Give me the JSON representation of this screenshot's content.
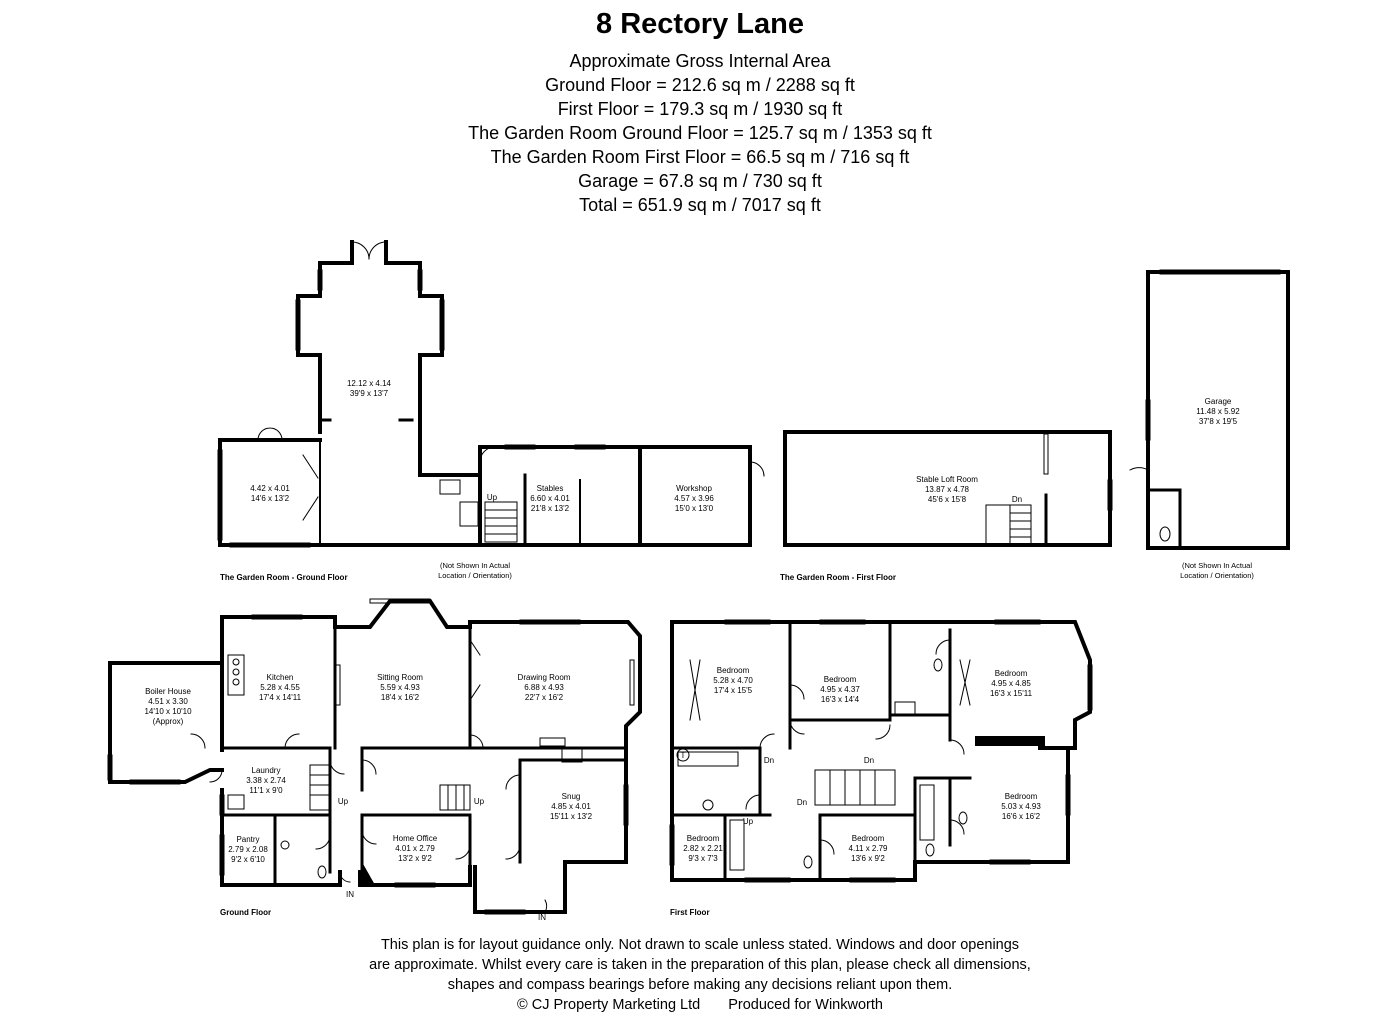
{
  "header": {
    "title": "8 Rectory Lane",
    "area_lines": [
      "Approximate Gross Internal Area",
      "Ground Floor = 212.6 sq m / 2288 sq ft",
      "First Floor = 179.3 sq m / 1930 sq ft",
      "The Garden Room Ground Floor = 125.7 sq m / 1353 sq ft",
      "The Garden Room First Floor = 66.5 sq m / 716 sq ft",
      "Garage = 67.8 sq m / 730 sq ft",
      "Total = 651.9 sq m / 7017 sq ft"
    ]
  },
  "plans": {
    "garden_ground": {
      "caption": "The Garden Room - Ground Floor",
      "note": [
        "(Not Shown In Actual",
        "Location / Orientation)"
      ],
      "rooms": [
        {
          "name": "",
          "dims": [
            "12.12 x 4.14",
            "39'9 x 13'7"
          ]
        },
        {
          "name": "",
          "dims": [
            "4.42 x 4.01",
            "14'6 x 13'2"
          ]
        },
        {
          "name": "Stables",
          "dims": [
            "6.60 x 4.01",
            "21'8 x 13'2"
          ]
        },
        {
          "name": "Workshop",
          "dims": [
            "4.57 x 3.96",
            "15'0 x 13'0"
          ]
        }
      ],
      "labels": {
        "up": "Up"
      }
    },
    "garden_first": {
      "caption": "The Garden Room - First Floor",
      "rooms": [
        {
          "name": "Stable Loft Room",
          "dims": [
            "13.87 x 4.78",
            "45'6 x 15'8"
          ]
        }
      ],
      "labels": {
        "dn": "Dn"
      }
    },
    "garage": {
      "note": [
        "(Not Shown In Actual",
        "Location / Orientation)"
      ],
      "rooms": [
        {
          "name": "Garage",
          "dims": [
            "11.48 x 5.92",
            "37'8 x 19'5"
          ]
        }
      ]
    },
    "ground": {
      "caption": "Ground Floor",
      "rooms": [
        {
          "name": "Boiler House",
          "dims": [
            "4.51 x 3.30",
            "14'10 x 10'10",
            "(Approx)"
          ]
        },
        {
          "name": "Kitchen",
          "dims": [
            "5.28 x 4.55",
            "17'4 x 14'11"
          ]
        },
        {
          "name": "Sitting Room",
          "dims": [
            "5.59 x 4.93",
            "18'4 x 16'2"
          ]
        },
        {
          "name": "Drawing Room",
          "dims": [
            "6.88 x 4.93",
            "22'7 x 16'2"
          ]
        },
        {
          "name": "Laundry",
          "dims": [
            "3.38 x 2.74",
            "11'1 x 9'0"
          ]
        },
        {
          "name": "Snug",
          "dims": [
            "4.85 x 4.01",
            "15'11 x 13'2"
          ]
        },
        {
          "name": "Pantry",
          "dims": [
            "2.79 x 2.08",
            "9'2 x 6'10"
          ]
        },
        {
          "name": "Home Office",
          "dims": [
            "4.01 x 2.79",
            "13'2 x 9'2"
          ]
        }
      ],
      "labels": {
        "up": "Up",
        "in": "IN"
      }
    },
    "first": {
      "caption": "First Floor",
      "rooms": [
        {
          "name": "Bedroom",
          "dims": [
            "5.28 x 4.70",
            "17'4 x 15'5"
          ]
        },
        {
          "name": "Bedroom",
          "dims": [
            "4.95 x 4.37",
            "16'3 x 14'4"
          ]
        },
        {
          "name": "Bedroom",
          "dims": [
            "4.95 x 4.85",
            "16'3 x 15'11"
          ]
        },
        {
          "name": "Bedroom",
          "dims": [
            "5.03 x 4.93",
            "16'6 x 16'2"
          ]
        },
        {
          "name": "Bedroom",
          "dims": [
            "2.82 x 2.21",
            "9'3 x 7'3"
          ]
        },
        {
          "name": "Bedroom",
          "dims": [
            "4.11 x 2.79",
            "13'6 x 9'2"
          ]
        }
      ],
      "labels": {
        "dn": "Dn",
        "up": "Up",
        "t": "T"
      }
    }
  },
  "footer": {
    "lines": [
      "This plan is for layout guidance only. Not drawn to scale unless stated. Windows and door openings",
      "are approximate. Whilst every care is taken in the preparation of this plan, please check all dimensions,",
      "shapes and compass bearings before making any decisions reliant upon them."
    ],
    "copyright": "© CJ Property Marketing Ltd",
    "produced_for": "Produced for Winkworth"
  }
}
